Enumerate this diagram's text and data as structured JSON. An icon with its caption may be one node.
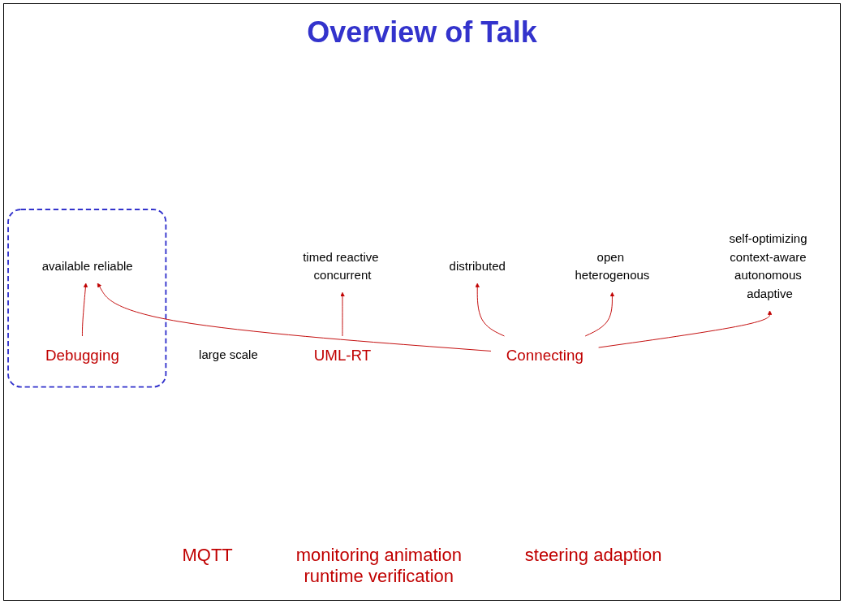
{
  "diagram": {
    "title": "Overview of Talk",
    "nodes": [
      {
        "text": [
          "timed reactive concurrent"
        ]
      },
      {
        "text": [
          "distributed"
        ]
      },
      {
        "text": [
          "open heterogenous"
        ]
      },
      {
        "text": [
          "self-optimizing context-aware autonomous adaptive"
        ]
      },
      {
        "text": [
          "large scale"
        ]
      },
      {
        "text": [],
        "shape": "box"
      },
      {
        "text": [
          "available reliable"
        ],
        "in": 5
      },
      {
        "text": [
          "Debugging"
        ],
        "in": 5
      },
      {
        "text": [
          "UML-RT"
        ]
      },
      {
        "text": [
          "Connecting"
        ]
      }
    ],
    "edges": [
      {
        "from": 8,
        "to": 0,
        "arrow": "to"
      },
      {
        "from": 9,
        "to": 1,
        "arrow": "to"
      },
      {
        "from": 9,
        "to": 2,
        "arrow": "to"
      },
      {
        "from": 9,
        "to": 3,
        "arrow": "to"
      },
      {
        "from": 9,
        "to": 6,
        "arrow": "to"
      },
      {
        "from": 7,
        "to": 6,
        "arrow": "to"
      }
    ],
    "labels": [
      "MQTT",
      "monitoring animation runtime verification",
      "steering adaption"
    ]
  }
}
